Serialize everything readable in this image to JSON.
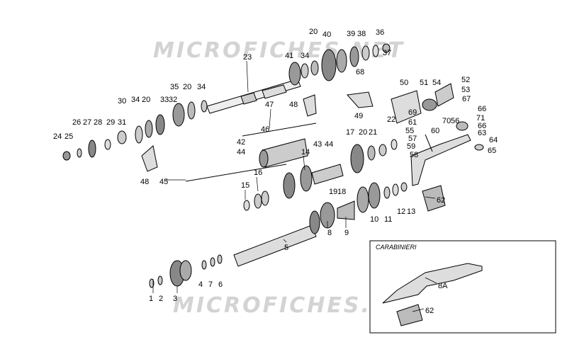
{
  "watermark": "MICROFICHES.NET",
  "inset": {
    "title": "CARABINIERI",
    "labels": [
      "8A",
      "62"
    ]
  },
  "part_numbers": [
    "1",
    "2",
    "3",
    "4",
    "5",
    "6",
    "7",
    "8",
    "8A",
    "9",
    "10",
    "11",
    "12",
    "13",
    "14",
    "15",
    "16",
    "17",
    "18",
    "19",
    "20",
    "21",
    "22",
    "23",
    "24",
    "25",
    "26",
    "27",
    "28",
    "29",
    "30",
    "31",
    "32",
    "33",
    "34",
    "35",
    "36",
    "37",
    "38",
    "39",
    "40",
    "41",
    "42",
    "43",
    "44",
    "45",
    "46",
    "47",
    "48",
    "49",
    "50",
    "51",
    "52",
    "53",
    "54",
    "55",
    "56",
    "57",
    "58",
    "59",
    "60",
    "61",
    "62",
    "63",
    "64",
    "65",
    "66",
    "67",
    "68",
    "69",
    "70",
    "71"
  ]
}
